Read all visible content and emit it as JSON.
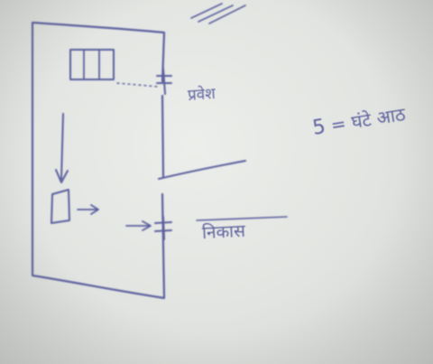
{
  "diagram": {
    "labels": {
      "entry": "प्रवेश",
      "exit": "निकास",
      "time_number": "5",
      "time_separator": "=",
      "time_text": "घंटे आठ"
    },
    "colors": {
      "paper": "#e6e8e5",
      "ink": "#5b5f9e"
    },
    "icons": {
      "window": "window-icon",
      "door": "door-icon"
    }
  }
}
